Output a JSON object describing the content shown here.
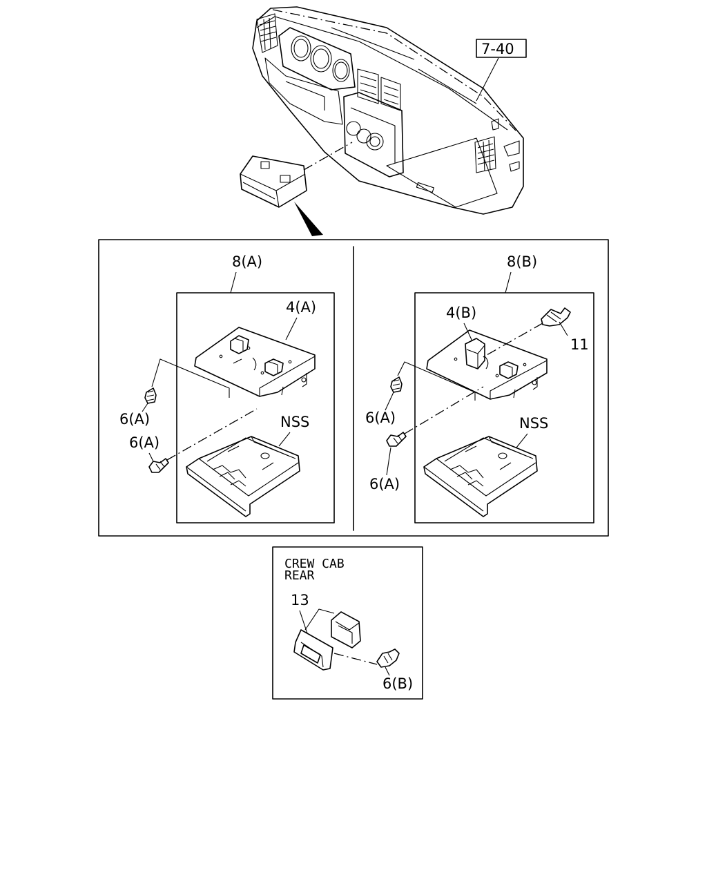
{
  "callouts": {
    "ref_7_40": "7-40",
    "assy_8a": "8(A)",
    "assy_8b": "8(B)",
    "part_4a": "4(A)",
    "part_4b": "4(B)",
    "part_6a_left_upper": "6(A)",
    "part_6a_left_lower": "6(A)",
    "part_6a_right_upper": "6(A)",
    "part_6a_right_lower": "6(A)",
    "nss_left": "NSS",
    "nss_right": "NSS",
    "part_11": "11",
    "part_13": "13",
    "part_6b": "6(B)"
  },
  "inset": {
    "title_line1": "CREW CAB",
    "title_line2": "REAR"
  }
}
